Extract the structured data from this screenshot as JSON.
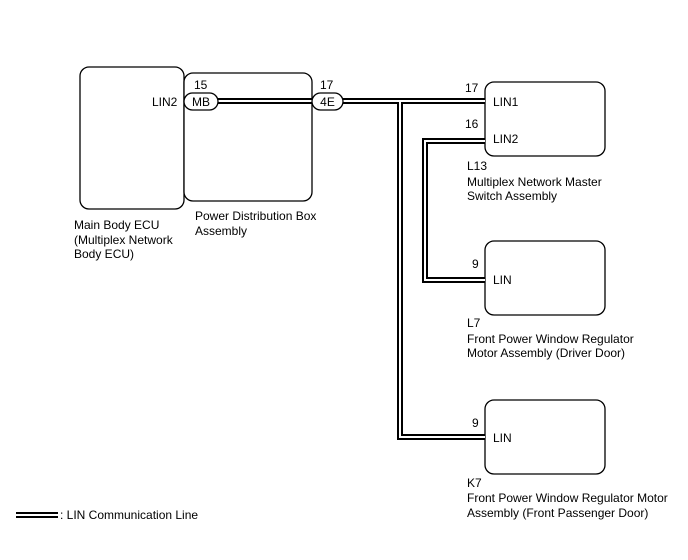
{
  "main_ecu": {
    "name_line1": "Main Body ECU",
    "name_line2": "(Multiplex Network",
    "name_line3": "Body ECU)",
    "pin_label": "LIN2"
  },
  "power_box": {
    "name_line1": "Power Distribution Box",
    "name_line2": "Assembly",
    "connector_mb": "MB",
    "pin_mb": "15",
    "connector_4e": "4E",
    "pin_4e": "17"
  },
  "master_switch": {
    "code": "L13",
    "name_line1": "Multiplex Network Master",
    "name_line2": "Switch Assembly",
    "pin1_label": "LIN1",
    "pin1_num": "17",
    "pin2_label": "LIN2",
    "pin2_num": "16"
  },
  "driver_motor": {
    "code": "L7",
    "name_line1": "Front Power Window Regulator",
    "name_line2": "Motor Assembly (Driver Door)",
    "pin_label": "LIN",
    "pin_num": "9"
  },
  "passenger_motor": {
    "code": "K7",
    "name_line1": "Front Power Window Regulator Motor",
    "name_line2": "Assembly (Front Passenger Door)",
    "pin_label": "LIN",
    "pin_num": "9"
  },
  "legend": {
    "text": ": LIN Communication Line"
  }
}
